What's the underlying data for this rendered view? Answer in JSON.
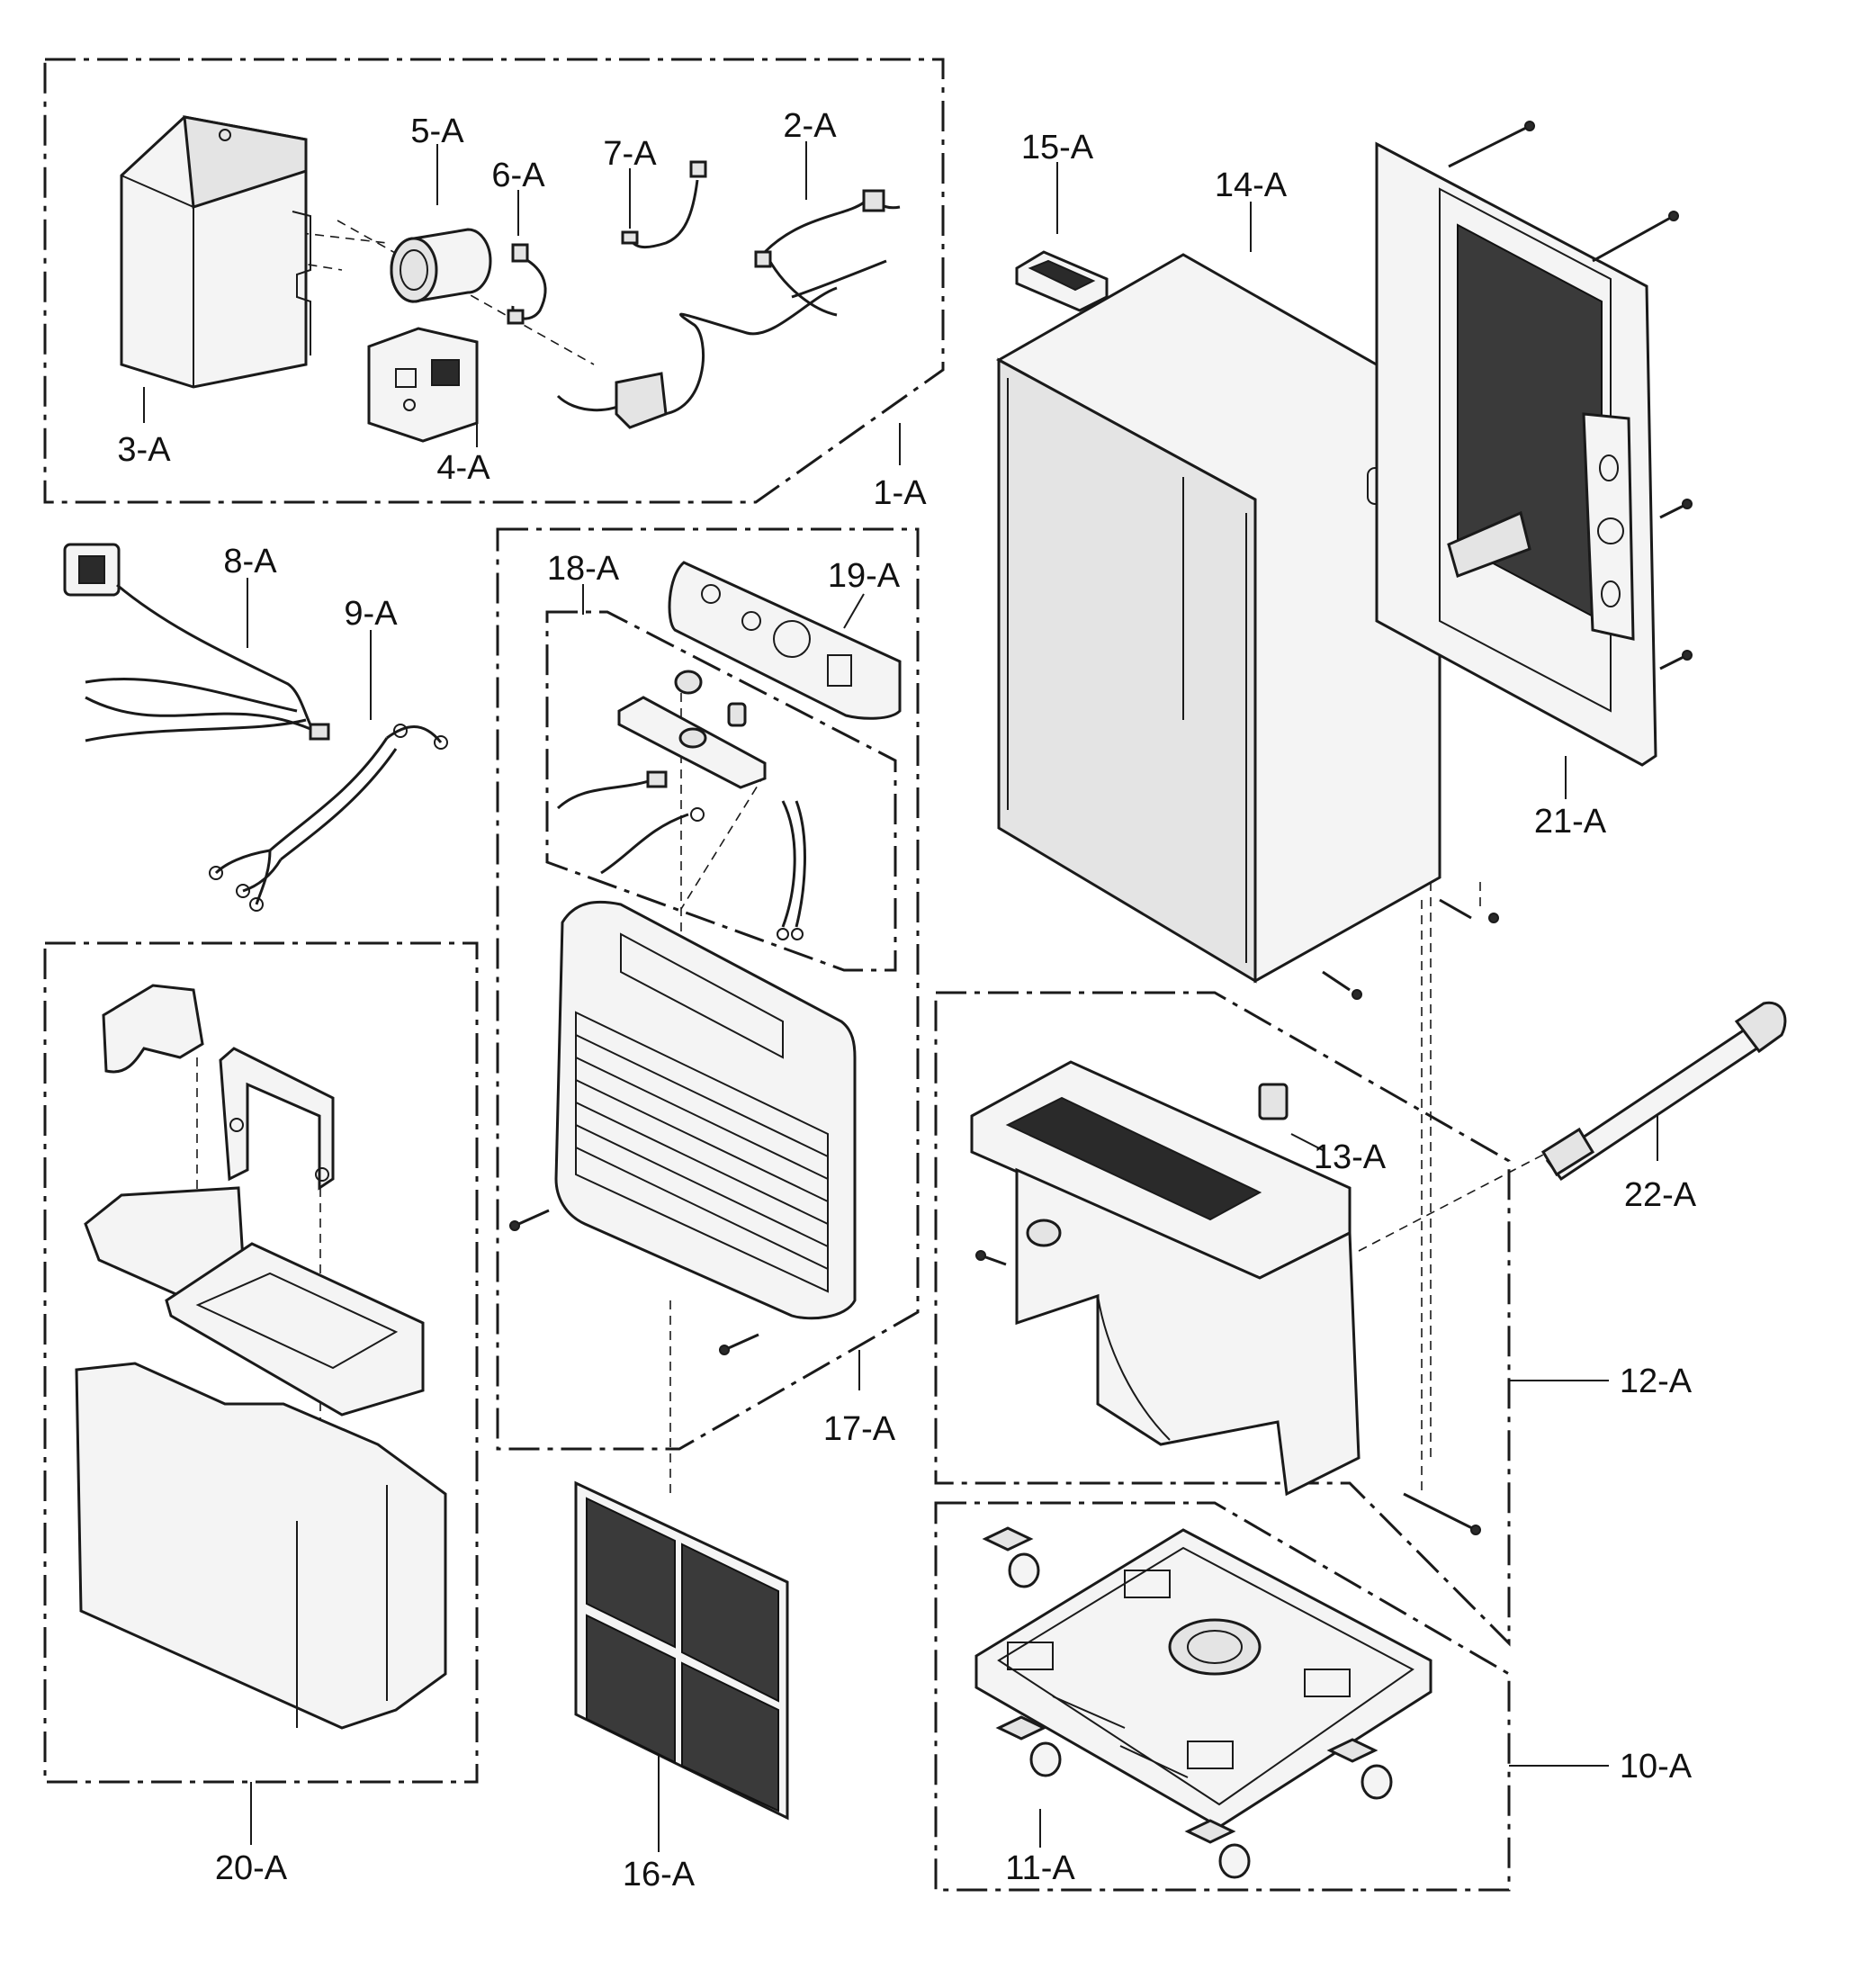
{
  "parts": [
    {
      "id": "p1",
      "label": "1-A"
    },
    {
      "id": "p2",
      "label": "2-A"
    },
    {
      "id": "p3",
      "label": "3-A"
    },
    {
      "id": "p4",
      "label": "4-A"
    },
    {
      "id": "p5",
      "label": "5-A"
    },
    {
      "id": "p6",
      "label": "6-A"
    },
    {
      "id": "p7",
      "label": "7-A"
    },
    {
      "id": "p8",
      "label": "8-A"
    },
    {
      "id": "p9",
      "label": "9-A"
    },
    {
      "id": "p10",
      "label": "10-A"
    },
    {
      "id": "p11",
      "label": "11-A"
    },
    {
      "id": "p12",
      "label": "12-A"
    },
    {
      "id": "p13",
      "label": "13-A"
    },
    {
      "id": "p14",
      "label": "14-A"
    },
    {
      "id": "p15",
      "label": "15-A"
    },
    {
      "id": "p16",
      "label": "16-A"
    },
    {
      "id": "p17",
      "label": "17-A"
    },
    {
      "id": "p18",
      "label": "18-A"
    },
    {
      "id": "p19",
      "label": "19-A"
    },
    {
      "id": "p20",
      "label": "20-A"
    },
    {
      "id": "p21",
      "label": "21-A"
    },
    {
      "id": "p22",
      "label": "22-A"
    }
  ]
}
